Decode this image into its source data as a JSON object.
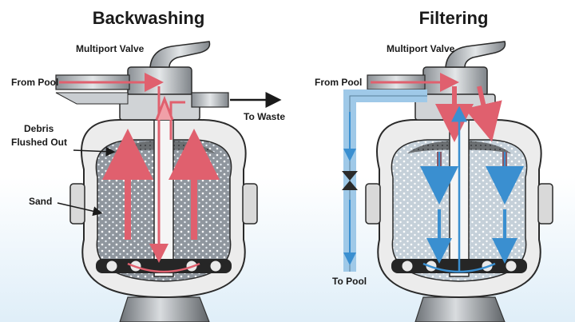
{
  "colors": {
    "backwash_flow": "#e0606e",
    "filter_flow": "#3a8fd0",
    "tank_body": "#eaeaea",
    "outline": "#2a2a2a"
  },
  "left": {
    "title": "Backwashing",
    "valve": "Multiport Valve",
    "from_pool": "From Pool",
    "to_waste": "To Waste",
    "debris_line1": "Debris",
    "debris_line2": "Flushed Out",
    "sand": "Sand"
  },
  "right": {
    "title": "Filtering",
    "valve": "Multiport Valve",
    "from_pool": "From Pool",
    "to_pool": "To Pool"
  }
}
